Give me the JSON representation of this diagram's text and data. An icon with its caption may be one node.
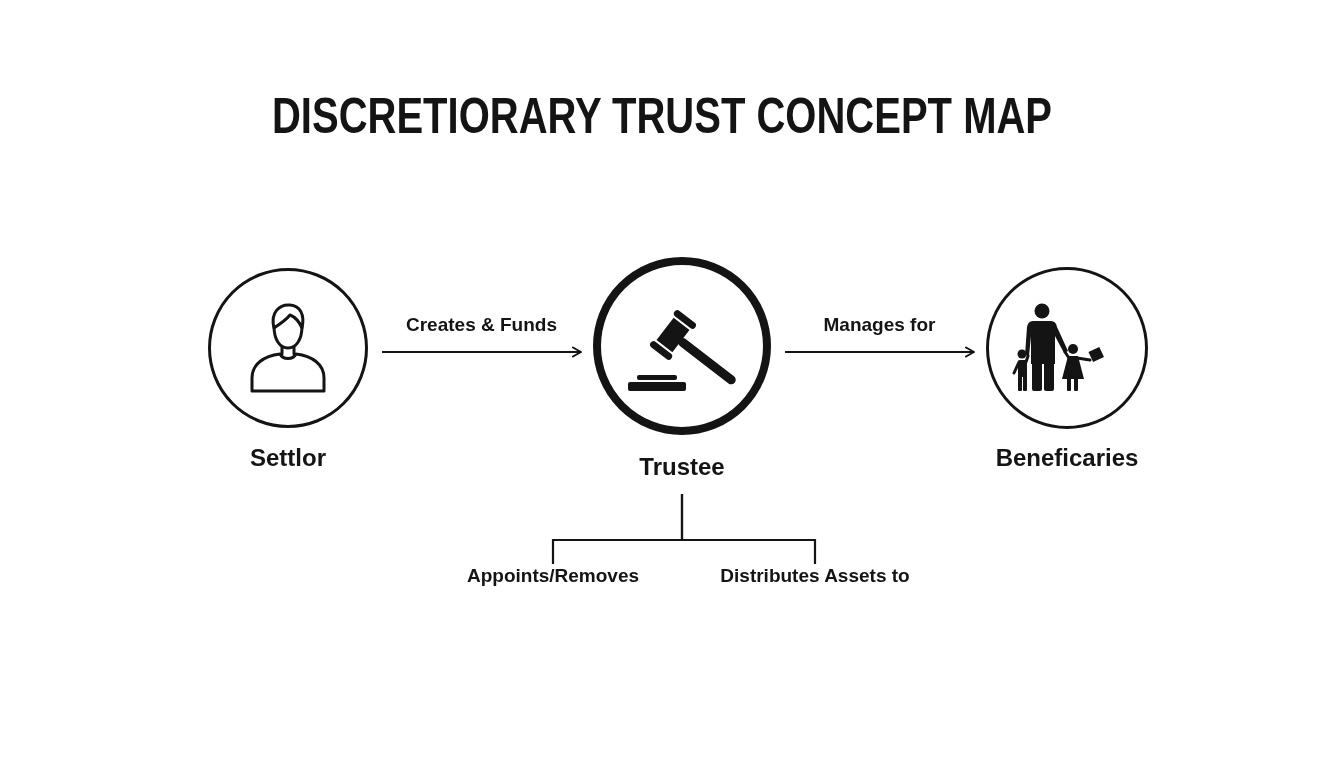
{
  "diagram": {
    "title": "DISCRETIORARY TRUST CONCEPT MAP",
    "nodes": [
      {
        "text": [
          "Settlor"
        ]
      },
      {
        "text": [
          "Trustee"
        ]
      },
      {
        "text": [
          "Beneficaries"
        ]
      },
      {
        "text": [
          "Appoints/Removes"
        ]
      },
      {
        "text": [
          "Distributes Assets to"
        ]
      }
    ],
    "edges": [
      {
        "from": 0,
        "to": 1,
        "arrow": "to",
        "label": "Creates & Funds"
      },
      {
        "from": 1,
        "to": 2,
        "arrow": "to",
        "label": "Manages for"
      },
      {
        "from": 1,
        "to": 3,
        "arrow": "none"
      },
      {
        "from": 1,
        "to": 4,
        "arrow": "none"
      }
    ]
  }
}
